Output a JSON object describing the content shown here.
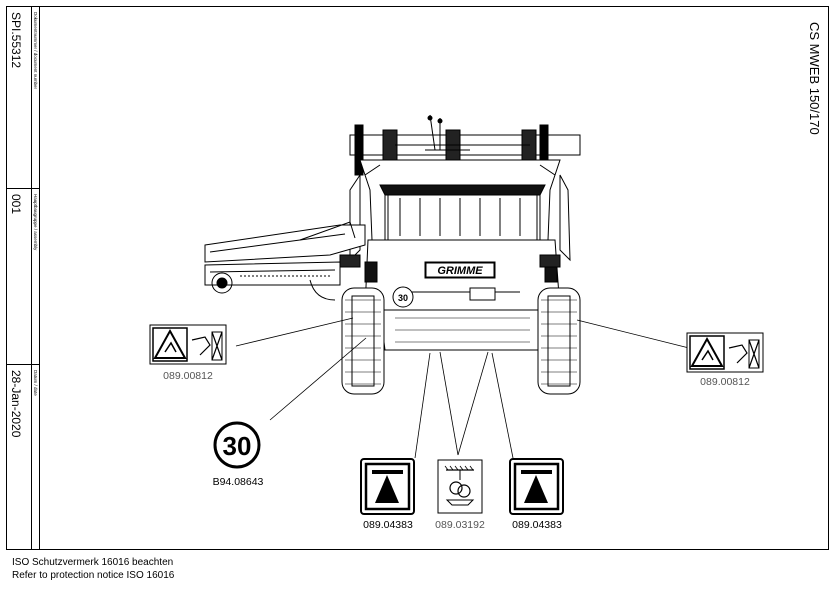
{
  "title_block": {
    "document_number": "SPI.55312",
    "document_number_label": "Dokumentnummer / document number",
    "assembly": "001",
    "assembly_label": "Hauptbaugruppe / assembly",
    "date": "28-Jan-2020",
    "date_label": "Datum / date"
  },
  "model": "CS MWEB 150/170",
  "machine_brand": "GRIMME",
  "speed_on_machine": "30",
  "labels": {
    "speed_sign_value": "30",
    "speed_sign_part": "B94.08643",
    "warning_left_part": "089.00812",
    "warning_right_part": "089.00812",
    "lift_left_part": "089.04383",
    "lift_right_part": "089.04383",
    "chain_part": "089.03192"
  },
  "footer": {
    "line1": "ISO Schutzvermerk 16016 beachten",
    "line2": "Refer to protection notice ISO 16016"
  }
}
